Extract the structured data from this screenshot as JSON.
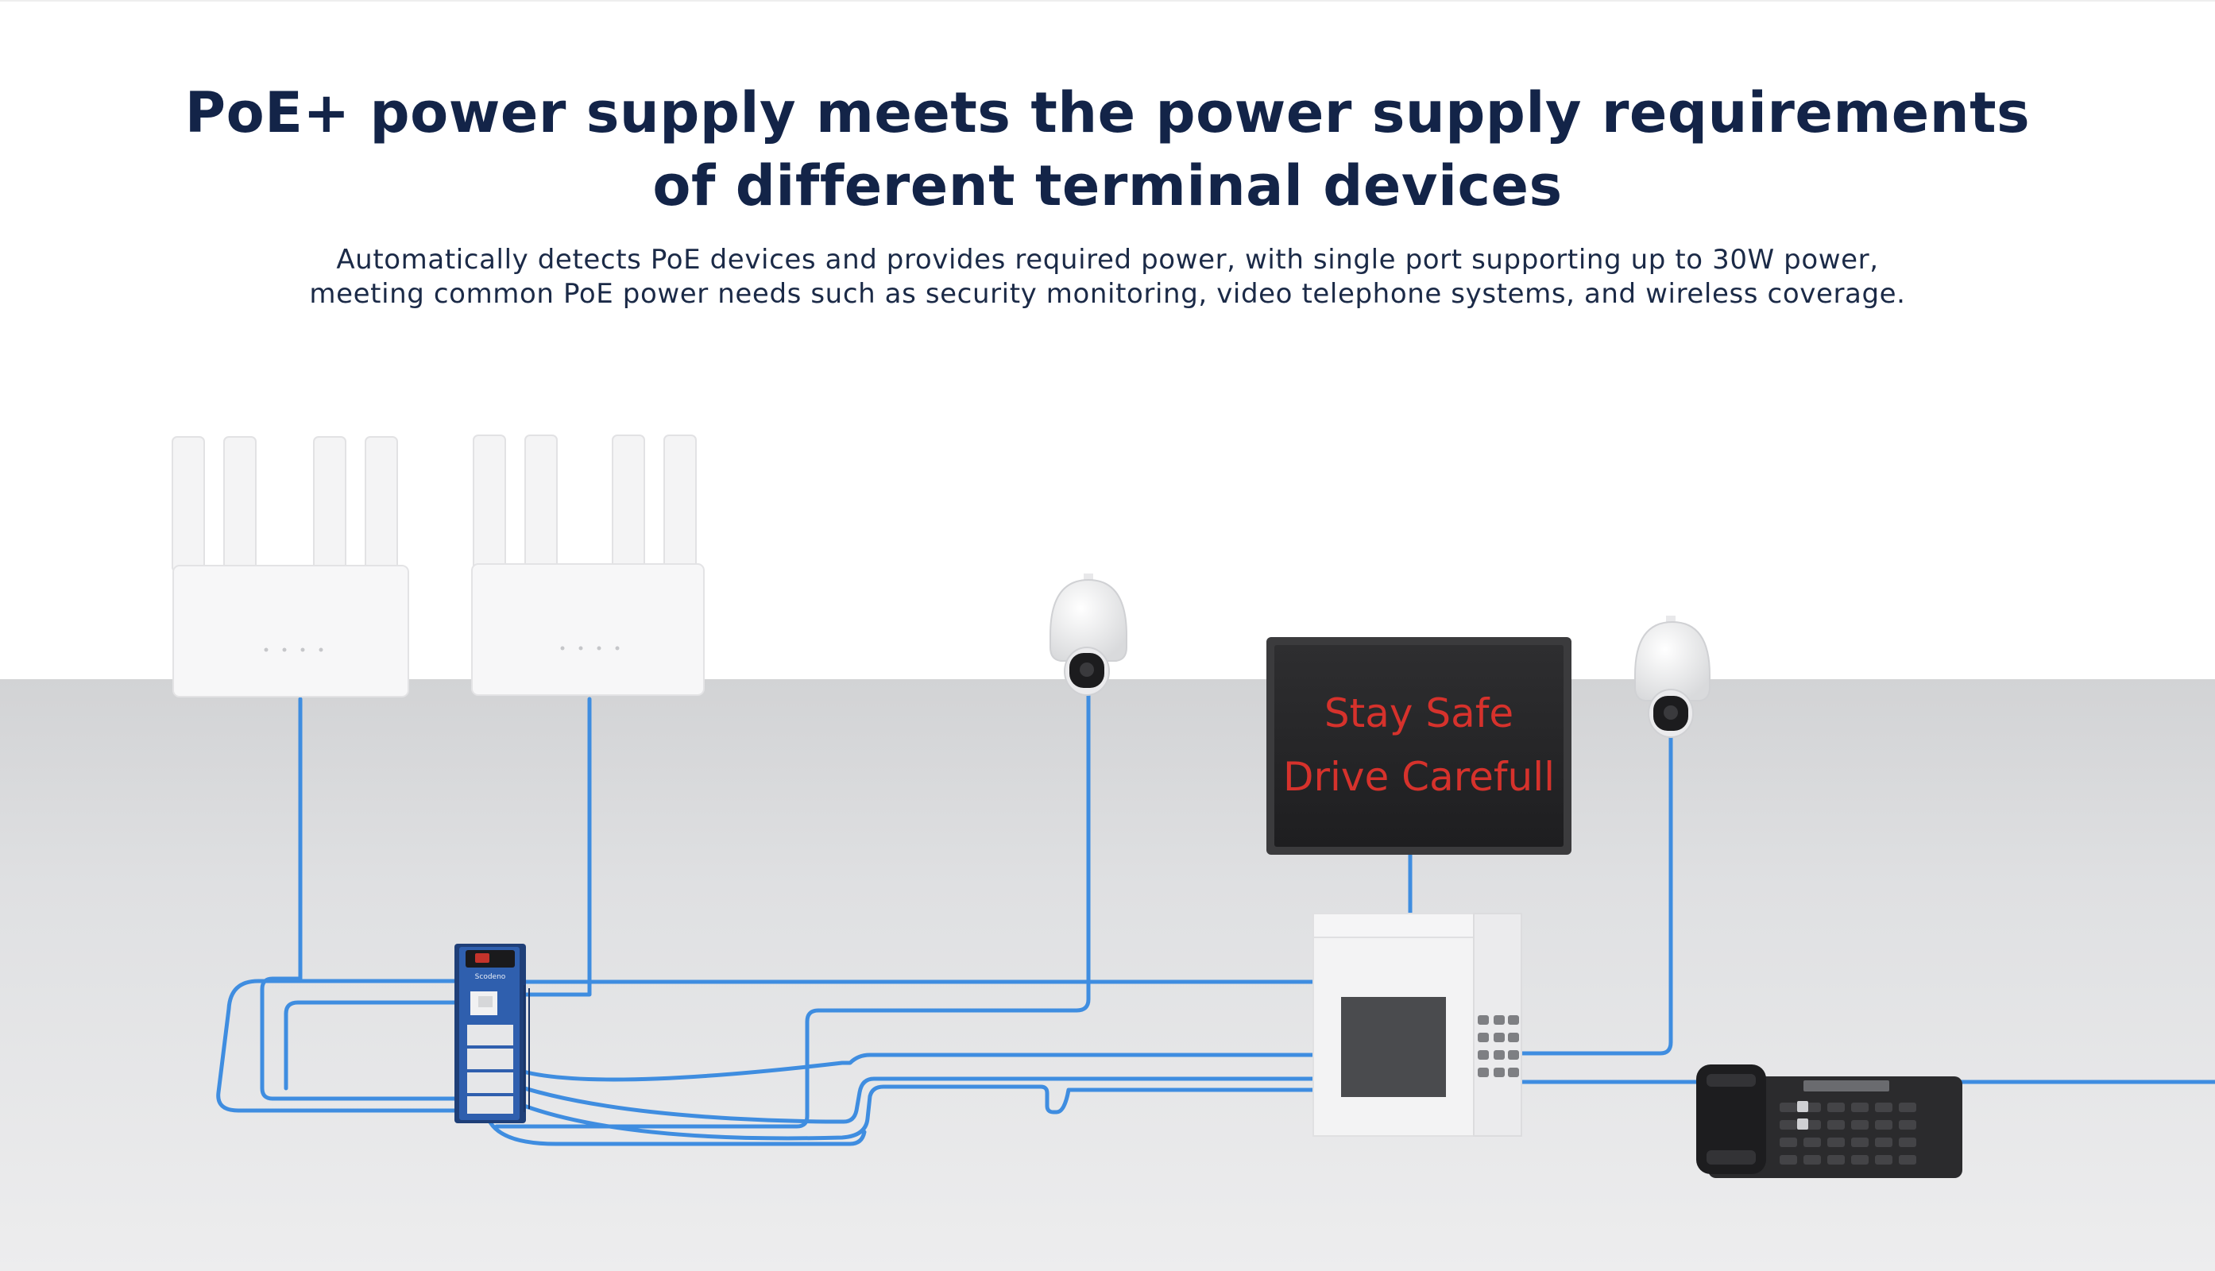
{
  "header": {
    "title_line1": "PoE+ power supply meets the power supply requirements",
    "title_line2": "of different terminal devices",
    "subtitle_line1": "Automatically detects PoE devices and provides required power, with single port supporting up to 30W power,",
    "subtitle_line2": "meeting common PoE power needs such as security monitoring, video telephone systems, and wireless coverage."
  },
  "switch": {
    "brand": "Scodeno"
  },
  "display_sign": {
    "line1": "Stay Safe",
    "line2": "Drive Carefull"
  },
  "colors": {
    "title": "#132448",
    "cable": "#3f8de0",
    "sign_text": "#d6322c",
    "switch_body": "#2f5fae",
    "floor": "#d7d8da",
    "wall": "#ffffff"
  },
  "devices": [
    "wireless-router",
    "wireless-router",
    "dome-camera",
    "led-display",
    "dome-camera",
    "access-terminal",
    "desk-phone"
  ]
}
